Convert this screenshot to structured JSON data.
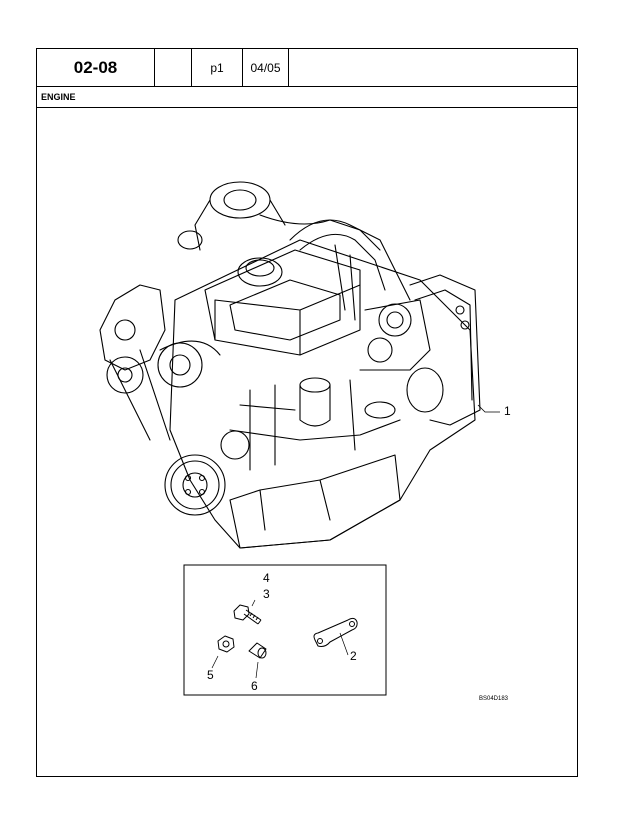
{
  "header": {
    "section": "02-08",
    "blank": "",
    "page": "p1",
    "date": "04/05"
  },
  "title": "ENGINE",
  "callouts": {
    "c1": "1",
    "c2": "2",
    "c3": "3",
    "c4": "4",
    "c5": "5",
    "c6": "6"
  },
  "image_code": "BS04D183"
}
